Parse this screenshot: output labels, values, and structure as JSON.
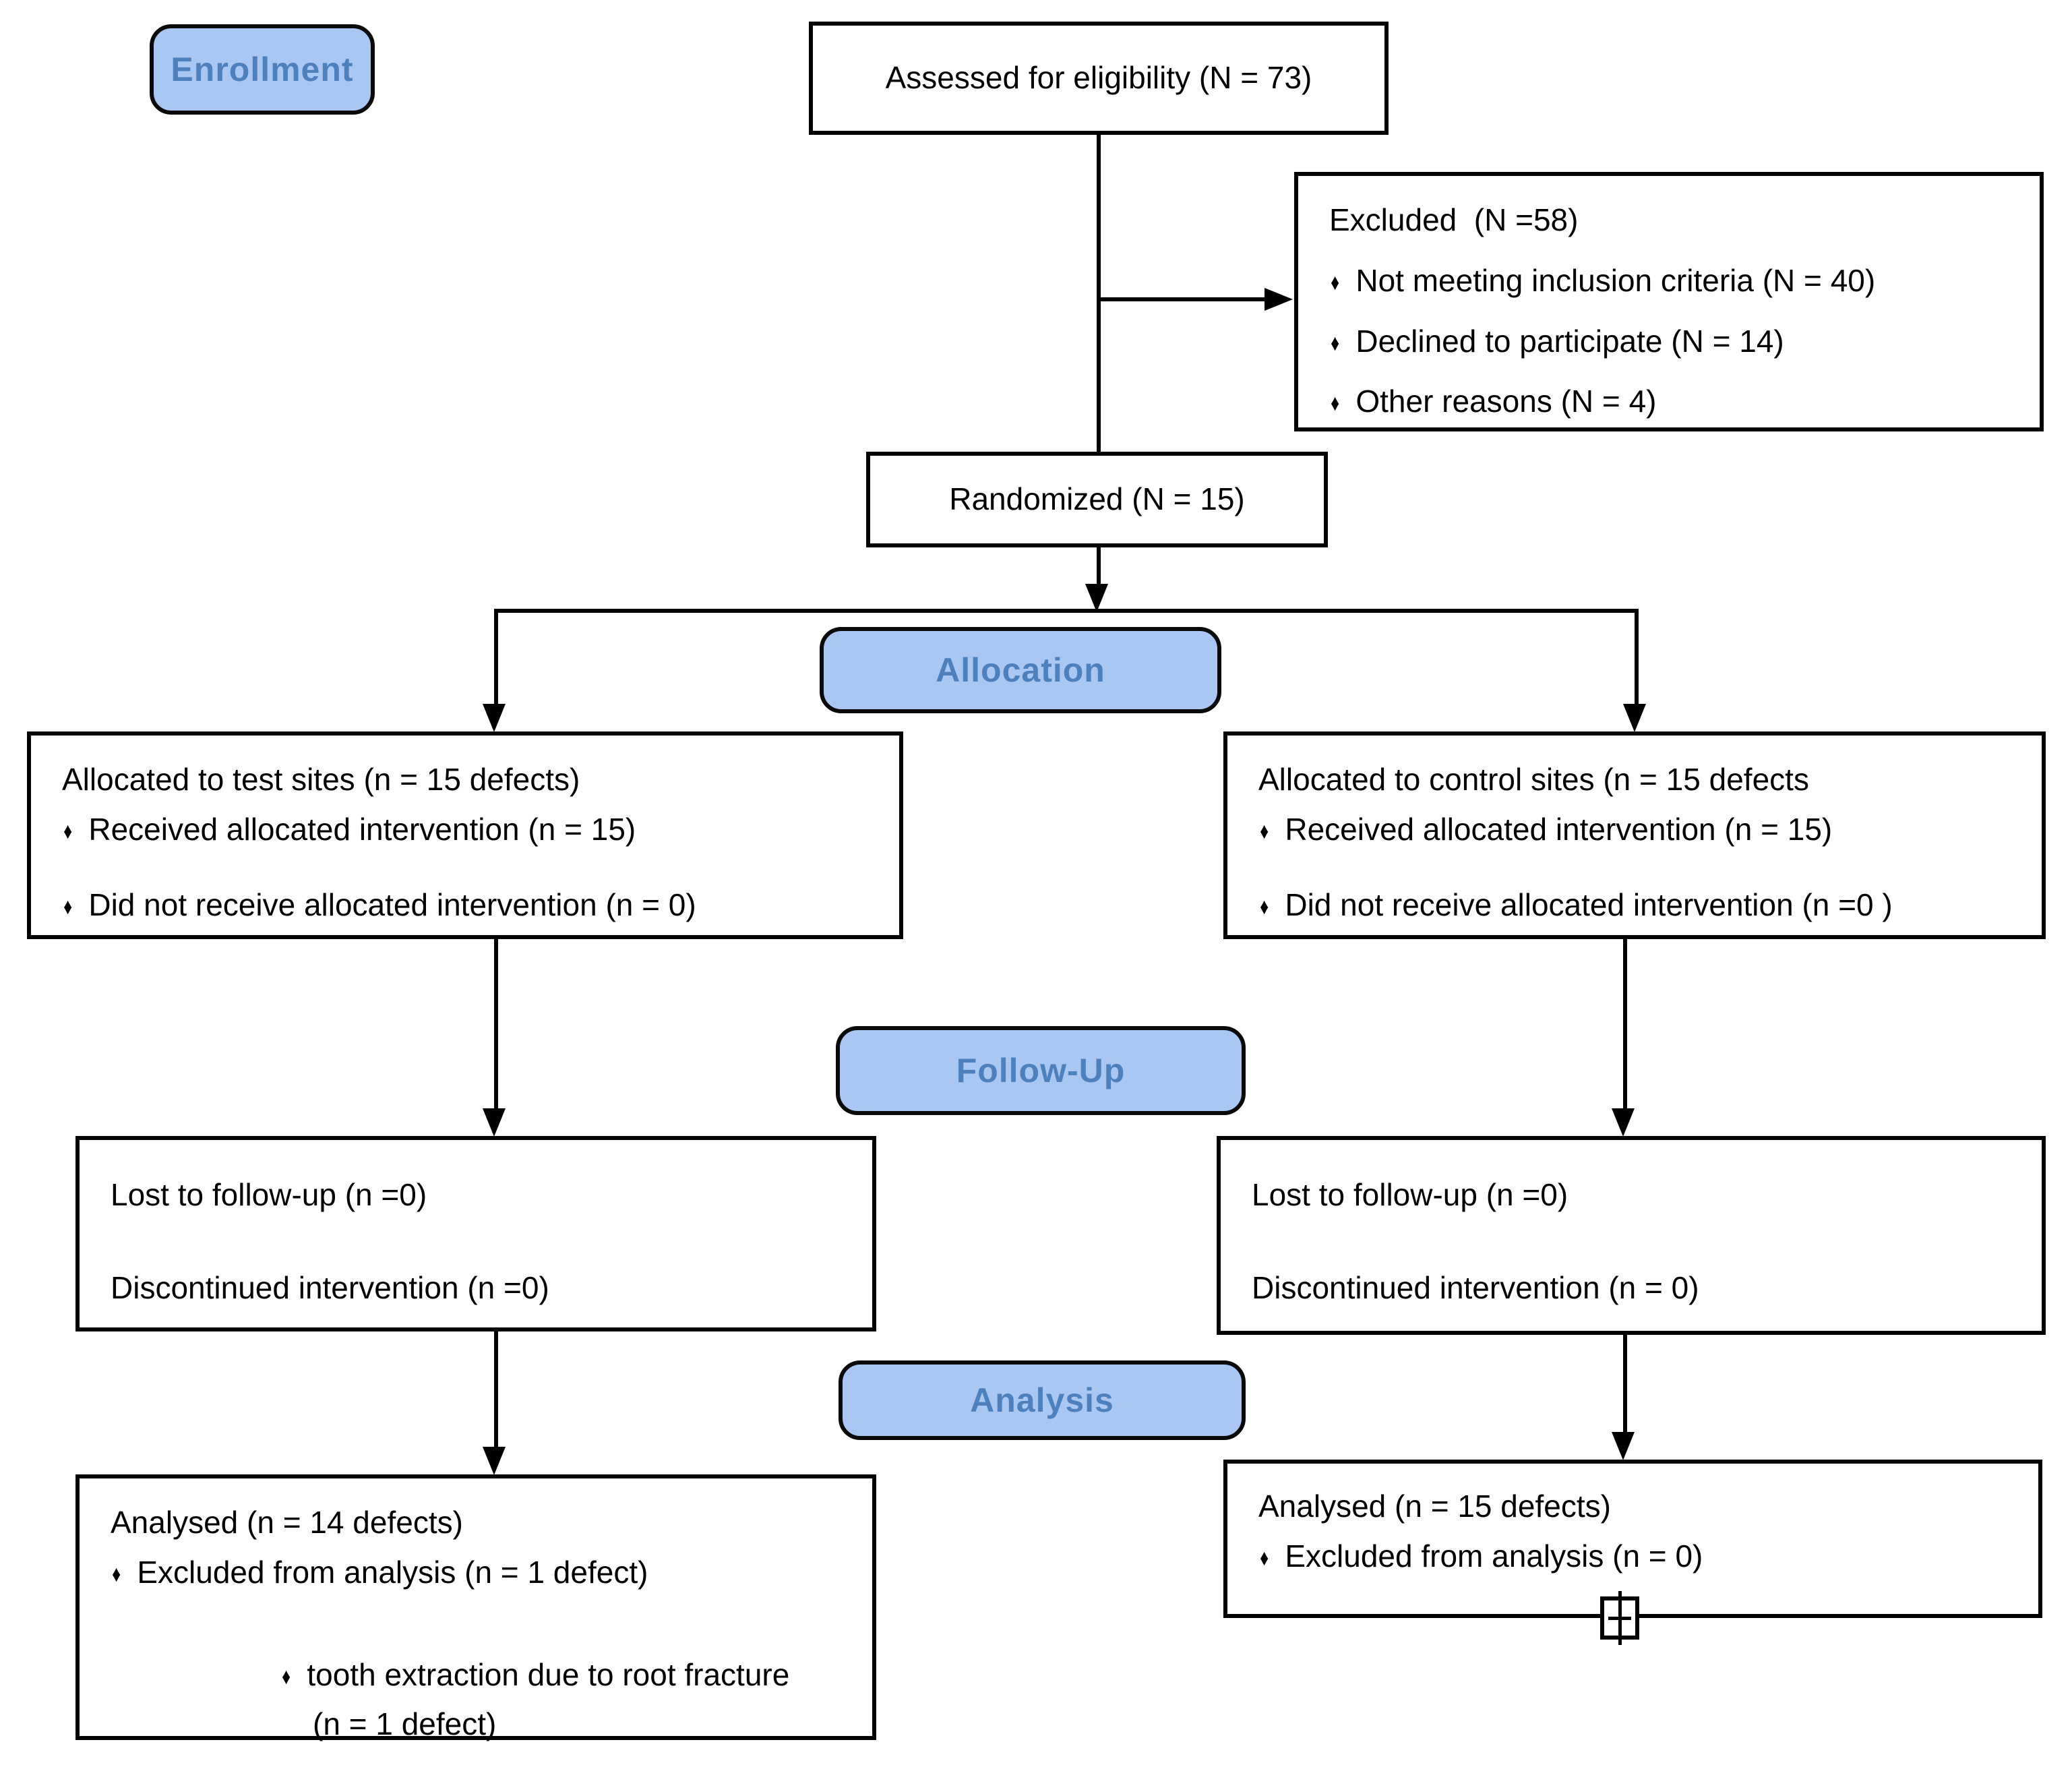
{
  "diagram_title": "CONSORT participant flow diagram",
  "bullet": "♦",
  "stages": {
    "enrollment": "Enrollment",
    "allocation": "Allocation",
    "follow_up": "Follow-Up",
    "analysis": "Analysis"
  },
  "boxes": {
    "assessed": {
      "text": "Assessed for eligibility (N = 73)"
    },
    "excluded": {
      "title": "Excluded  (N =58)",
      "items": [
        "Not meeting inclusion criteria (N = 40)",
        "Declined to participate (N = 14)",
        "Other reasons (N = 4)"
      ]
    },
    "randomized": {
      "text": "Randomized (N = 15)"
    },
    "allocated_test": {
      "title": "Allocated to test sites (n = 15 defects)",
      "items": [
        "Received allocated intervention (n = 15)",
        "Did not receive allocated intervention (n = 0)"
      ]
    },
    "allocated_control": {
      "title": "Allocated to control sites (n = 15 defects",
      "items": [
        "Received allocated intervention (n = 15)",
        "Did not receive allocated intervention (n =0 )"
      ]
    },
    "followup_test": {
      "lines": [
        "Lost to follow-up (n =0)",
        "Discontinued intervention (n =0)"
      ]
    },
    "followup_control": {
      "lines": [
        "Lost to follow-up (n =0)",
        "Discontinued intervention (n = 0)"
      ]
    },
    "analysed_test": {
      "title": "Analysed (n = 14 defects)",
      "items": [
        "Excluded from analysis (n = 1 defect)"
      ],
      "sub_item": "tooth extraction due to root fracture",
      "sub_item_cont": "(n = 1 defect)"
    },
    "analysed_control": {
      "title": "Analysed (n = 15 defects)",
      "items": [
        "Excluded from analysis (n = 0)"
      ]
    }
  },
  "icons": {
    "expand_marker": "plus-icon"
  },
  "colors": {
    "stage_fill": "#a9c7f2",
    "stage_text": "#4e80be",
    "box_border": "#000000",
    "background": "#ffffff"
  }
}
